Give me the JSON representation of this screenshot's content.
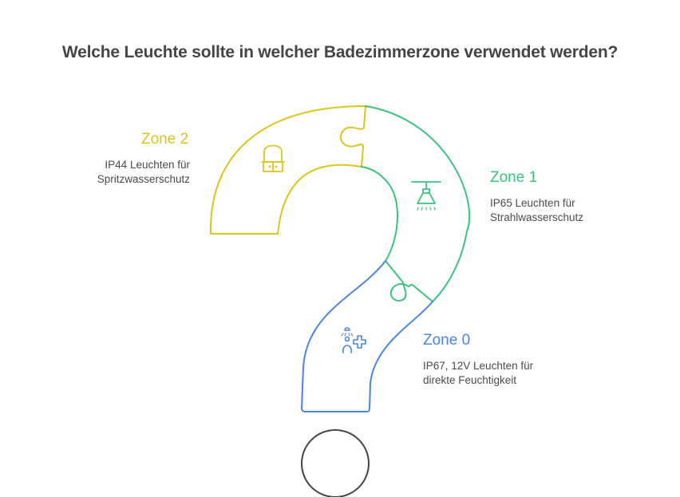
{
  "title": "Welche Leuchte sollte in welcher Badezimmerzone verwendet werden?",
  "zones": [
    {
      "name": "Zone 2",
      "desc1": "IP44 Leuchten für",
      "desc2": "Spritzwasserschutz",
      "color": "#dcc51a",
      "icon": "vanity-cabinet-icon"
    },
    {
      "name": "Zone 1",
      "desc1": "IP65 Leuchten für",
      "desc2": "Strahlwasserschutz",
      "color": "#3cc17f",
      "icon": "shower-lamp-icon"
    },
    {
      "name": "Zone 0",
      "desc1": "IP67, 12V Leuchten für",
      "desc2": "direkte Feuchtigkeit",
      "color": "#4a86e0",
      "icon": "person-shower-medical-icon"
    }
  ]
}
